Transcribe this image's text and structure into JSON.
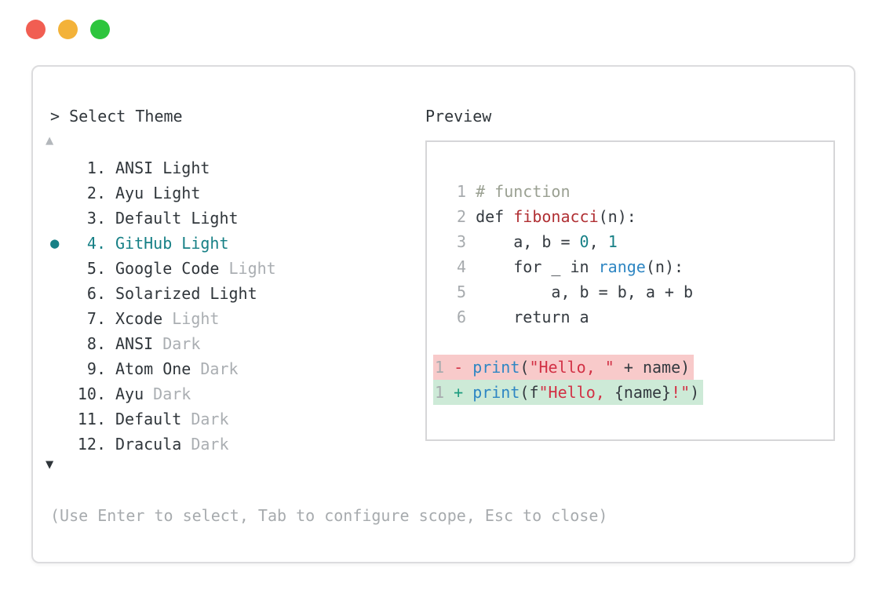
{
  "colors": {
    "accent_teal": "#178086",
    "code_blue": "#2e86c3",
    "function_red": "#b02f33",
    "string_red": "#d23145",
    "diff_added_green": "#1d9c7f",
    "comment_gray_green": "#9aa092",
    "muted_gray": "#aaaeb2",
    "text_dark": "#30363b",
    "diff_removed_bg": "#f8caca",
    "diff_added_bg": "#cdead7",
    "traffic_red": "#f15e52",
    "traffic_yellow": "#f3b239",
    "traffic_green": "#2dc53d"
  },
  "header": {
    "prompt": "> Select Theme",
    "preview_label": "Preview"
  },
  "theme_list": {
    "scroll_up": "▲",
    "scroll_down": "▼",
    "selected_bullet": "●",
    "items": [
      {
        "number": "1.",
        "name": "ANSI Light",
        "muted_suffix": "",
        "selected": false
      },
      {
        "number": "2.",
        "name": "Ayu Light",
        "muted_suffix": "",
        "selected": false
      },
      {
        "number": "3.",
        "name": "Default Light",
        "muted_suffix": "",
        "selected": false
      },
      {
        "number": "4.",
        "name": "GitHub Light",
        "muted_suffix": "",
        "selected": true
      },
      {
        "number": "5.",
        "name": "Google Code",
        "muted_suffix": "Light",
        "selected": false
      },
      {
        "number": "6.",
        "name": "Solarized Light",
        "muted_suffix": "",
        "selected": false
      },
      {
        "number": "7.",
        "name": "Xcode",
        "muted_suffix": "Light",
        "selected": false
      },
      {
        "number": "8.",
        "name": "ANSI",
        "muted_suffix": "Dark",
        "selected": false
      },
      {
        "number": "9.",
        "name": "Atom One",
        "muted_suffix": "Dark",
        "selected": false
      },
      {
        "number": "10.",
        "name": "Ayu",
        "muted_suffix": "Dark",
        "selected": false
      },
      {
        "number": "11.",
        "name": "Default",
        "muted_suffix": "Dark",
        "selected": false
      },
      {
        "number": "12.",
        "name": "Dracula",
        "muted_suffix": "Dark",
        "selected": false
      }
    ]
  },
  "preview": {
    "lines": [
      {
        "type": "code",
        "tokens": [
          [
            "1 ",
            "ln"
          ],
          [
            "# function",
            "comment"
          ]
        ]
      },
      {
        "type": "code",
        "tokens": [
          [
            "2 ",
            "ln"
          ],
          [
            "def ",
            "plain"
          ],
          [
            "fibonacci",
            "func"
          ],
          [
            "(n):",
            "plain"
          ]
        ]
      },
      {
        "type": "code",
        "tokens": [
          [
            "3 ",
            "ln"
          ],
          [
            "    a, b = ",
            "plain"
          ],
          [
            "0",
            "num"
          ],
          [
            ", ",
            "plain"
          ],
          [
            "1",
            "num"
          ]
        ]
      },
      {
        "type": "code",
        "tokens": [
          [
            "4 ",
            "ln"
          ],
          [
            "    for _ in ",
            "plain"
          ],
          [
            "range",
            "blue"
          ],
          [
            "(n):",
            "plain"
          ]
        ]
      },
      {
        "type": "code",
        "tokens": [
          [
            "5 ",
            "ln"
          ],
          [
            "        a, b = b, a + b",
            "plain"
          ]
        ]
      },
      {
        "type": "code",
        "tokens": [
          [
            "6 ",
            "ln"
          ],
          [
            "    return a",
            "plain"
          ]
        ]
      },
      {
        "type": "blank",
        "tokens": []
      },
      {
        "type": "diff-removed",
        "tokens": [
          [
            "1 ",
            "ln"
          ],
          [
            "- ",
            "minus"
          ],
          [
            "print",
            "blue"
          ],
          [
            "(",
            "plain"
          ],
          [
            "\"Hello, \"",
            "string"
          ],
          [
            " + name)",
            "plain"
          ]
        ]
      },
      {
        "type": "diff-added",
        "tokens": [
          [
            "1 ",
            "ln"
          ],
          [
            "+ ",
            "plus"
          ],
          [
            "print",
            "blue"
          ],
          [
            "(f",
            "plain"
          ],
          [
            "\"Hello, ",
            "string"
          ],
          [
            "{name}",
            "plain"
          ],
          [
            "!\"",
            "string"
          ],
          [
            ")",
            "plain"
          ]
        ]
      }
    ]
  },
  "footer": {
    "hint": "(Use Enter to select, Tab to configure scope, Esc to close)"
  }
}
